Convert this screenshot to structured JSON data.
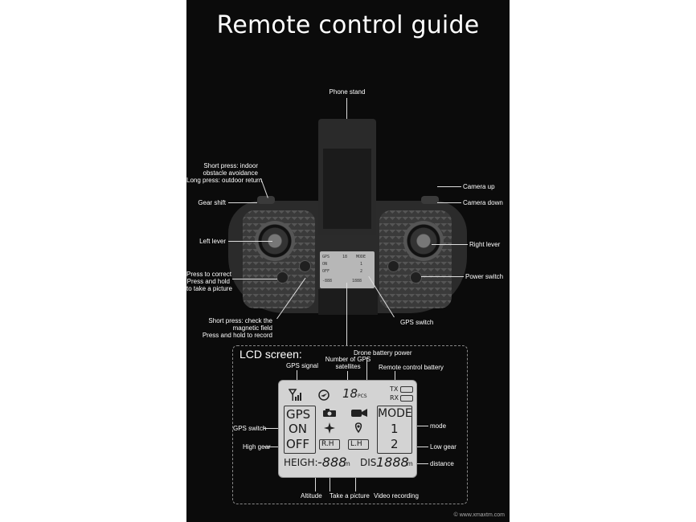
{
  "title": "Remote control guide",
  "labels": {
    "phone_stand": "Phone stand",
    "short_press_1": "Short press: indoor",
    "short_press_2": "obstacle avoidance",
    "long_press": "Long press: outdoor return",
    "gear_shift": "Gear shift",
    "left_lever": "Left lever",
    "press_correct": "Press to correct",
    "press_hold": "Press and hold",
    "take_picture": "to take a picture",
    "check_mag_1": "Short press: check the",
    "check_mag_2": "magnetic field",
    "hold_record": "Press and hold to record",
    "camera_up": "Camera up",
    "camera_down": "Camera down",
    "right_lever": "Right lever",
    "power_switch": "Power switch",
    "gps_switch_remote": "GPS switch"
  },
  "lcd_section": {
    "title": "LCD screen:",
    "gps_signal": "GPS signal",
    "num_gps_1": "Number of GPS",
    "num_gps_2": "satellites",
    "drone_battery": "Drone battery power",
    "remote_battery": "Remote control battery",
    "gps_switch": "GPS switch",
    "high_gear": "High gear",
    "mode": "mode",
    "low_gear": "Low gear",
    "distance": "distance",
    "altitude": "Altitude",
    "take_picture": "Take a picture",
    "video_recording": "Video recording"
  },
  "lcd_display": {
    "sat_count": "18",
    "pcs": "PCS",
    "tx": "TX",
    "rx": "RX",
    "gps": "GPS",
    "on": "ON",
    "off": "OFF",
    "mode": "MODE",
    "mode1": "1",
    "mode2": "2",
    "rh": "R.H",
    "lh": "L.H",
    "heigh": "HEIGH:",
    "heigh_val": "-888",
    "m1": "m",
    "dis": "DIS",
    "dis_val": "1888",
    "m2": "m"
  },
  "watermark": "© www.xmaxtm.com"
}
